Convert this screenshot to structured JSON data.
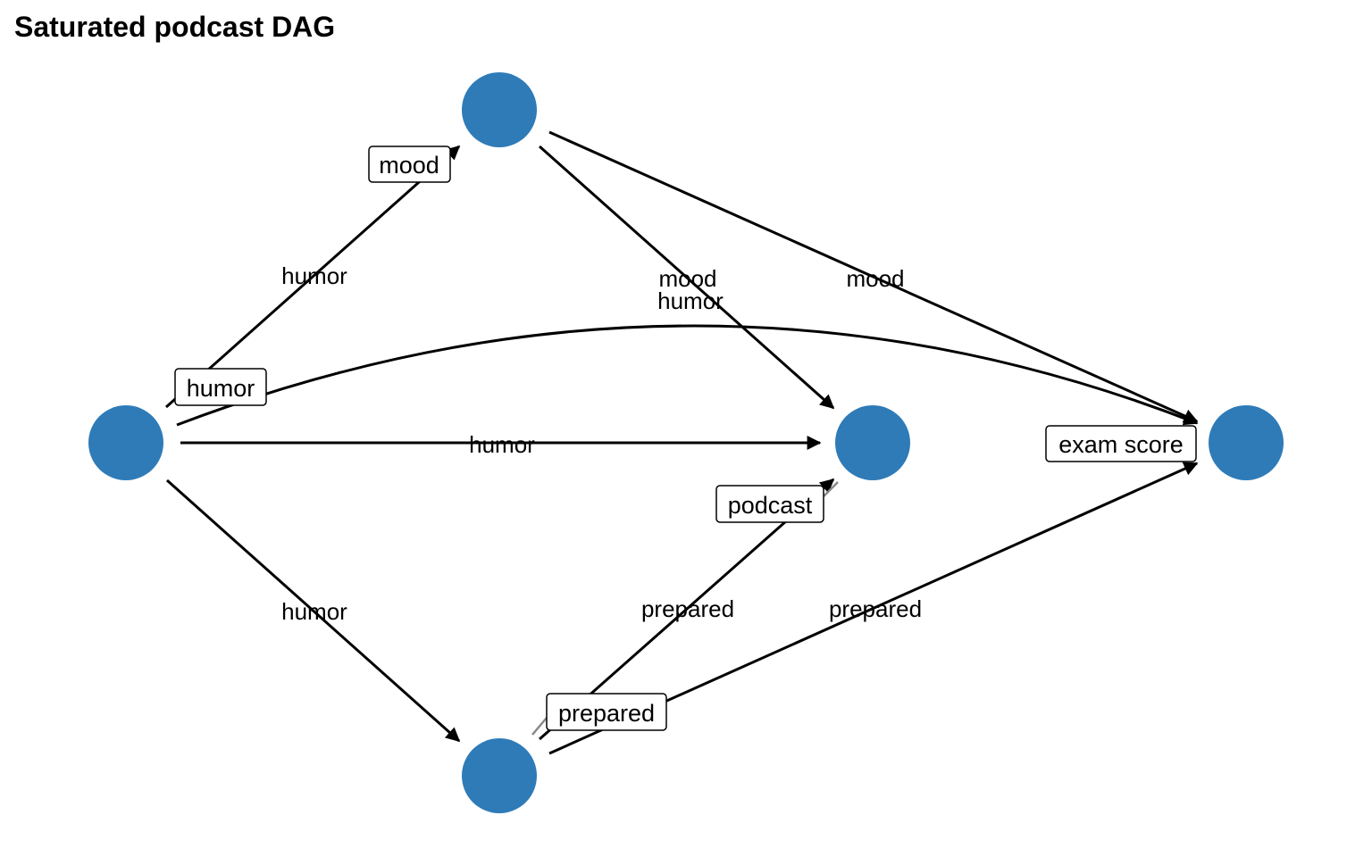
{
  "title": "Saturated podcast DAG",
  "colors": {
    "node": "#2e7bb8",
    "edge": "#000000",
    "label_border": "#000000",
    "label_bg": "#ffffff"
  },
  "nodes": [
    {
      "id": "humor",
      "label": "humor"
    },
    {
      "id": "mood",
      "label": "mood"
    },
    {
      "id": "podcast",
      "label": "podcast"
    },
    {
      "id": "prepared",
      "label": "prepared"
    },
    {
      "id": "exam",
      "label": "exam score"
    }
  ],
  "edges": [
    {
      "id": "humor-mood",
      "from": "humor",
      "to": "mood",
      "label": "humor"
    },
    {
      "id": "humor-podcast",
      "from": "humor",
      "to": "podcast",
      "label": "humor"
    },
    {
      "id": "humor-prepared",
      "from": "humor",
      "to": "prepared",
      "label": "humor"
    },
    {
      "id": "humor-exam",
      "from": "humor",
      "to": "exam",
      "label": "humor"
    },
    {
      "id": "mood-podcast",
      "from": "mood",
      "to": "podcast",
      "label": "mood"
    },
    {
      "id": "mood-exam",
      "from": "mood",
      "to": "exam",
      "label": "mood"
    },
    {
      "id": "prepared-podcast",
      "from": "prepared",
      "to": "podcast",
      "label": "prepared"
    },
    {
      "id": "prepared-exam",
      "from": "prepared",
      "to": "exam",
      "label": "prepared"
    }
  ]
}
